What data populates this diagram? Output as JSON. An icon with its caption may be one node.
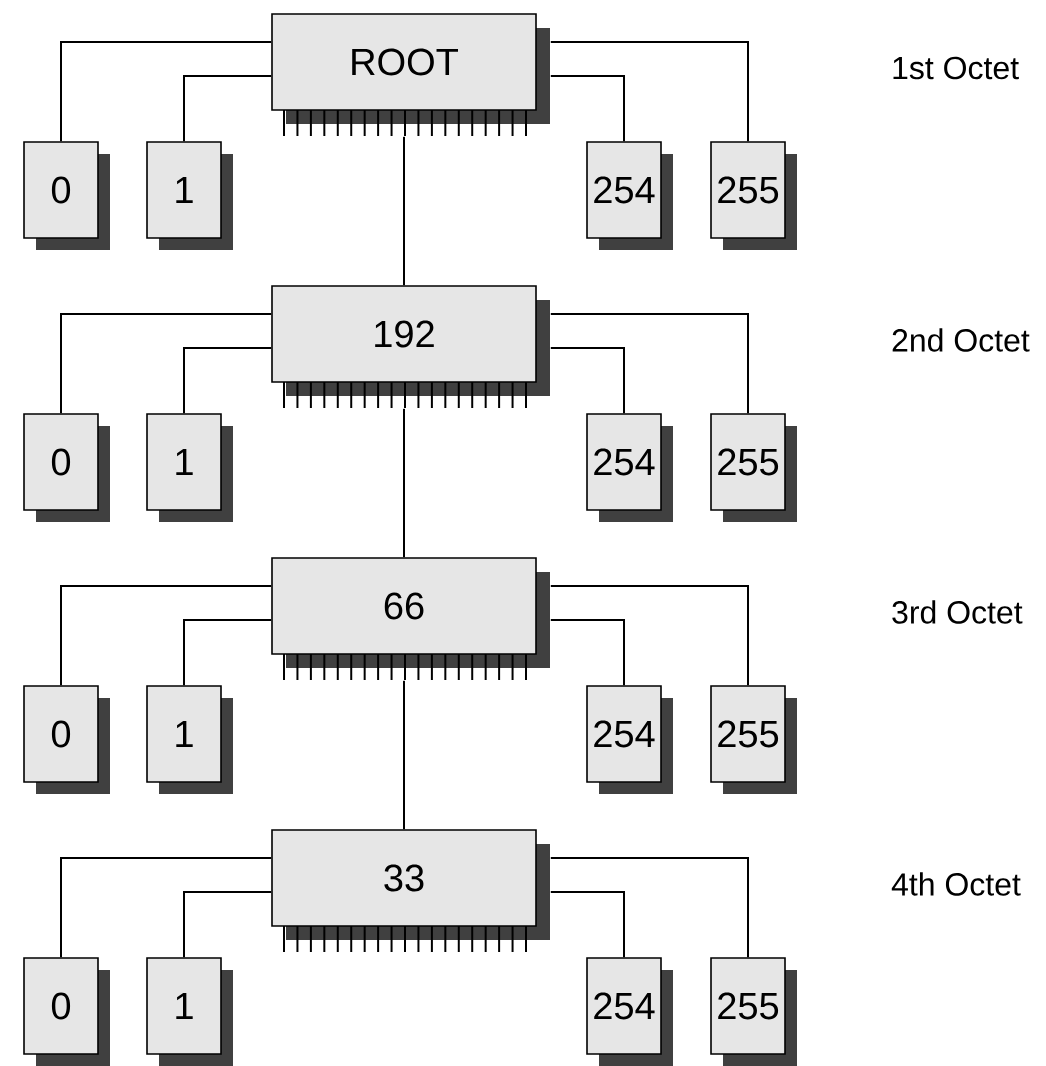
{
  "diagram": {
    "nodes": [
      {
        "text": [
          "ROOT"
        ]
      },
      {
        "text": [
          "0"
        ]
      },
      {
        "text": [
          "1"
        ]
      },
      {
        "text": [
          "254"
        ]
      },
      {
        "text": [
          "255"
        ]
      },
      {
        "text": [
          "192"
        ]
      },
      {
        "text": [
          "0"
        ]
      },
      {
        "text": [
          "1"
        ]
      },
      {
        "text": [
          "254"
        ]
      },
      {
        "text": [
          "255"
        ]
      },
      {
        "text": [
          "66"
        ]
      },
      {
        "text": [
          "0"
        ]
      },
      {
        "text": [
          "1"
        ]
      },
      {
        "text": [
          "254"
        ]
      },
      {
        "text": [
          "255"
        ]
      },
      {
        "text": [
          "33"
        ]
      },
      {
        "text": [
          "0"
        ]
      },
      {
        "text": [
          "1"
        ]
      },
      {
        "text": [
          "254"
        ]
      },
      {
        "text": [
          "255"
        ]
      }
    ],
    "edges": [
      {
        "from": 0,
        "to": 1,
        "arrow": "none"
      },
      {
        "from": 0,
        "to": 2,
        "arrow": "none"
      },
      {
        "from": 0,
        "to": 3,
        "arrow": "none"
      },
      {
        "from": 0,
        "to": 4,
        "arrow": "none"
      },
      {
        "from": 0,
        "to": 5,
        "arrow": "none"
      },
      {
        "from": 5,
        "to": 6,
        "arrow": "none"
      },
      {
        "from": 5,
        "to": 7,
        "arrow": "none"
      },
      {
        "from": 5,
        "to": 8,
        "arrow": "none"
      },
      {
        "from": 5,
        "to": 9,
        "arrow": "none"
      },
      {
        "from": 5,
        "to": 10,
        "arrow": "none"
      },
      {
        "from": 10,
        "to": 11,
        "arrow": "none"
      },
      {
        "from": 10,
        "to": 12,
        "arrow": "none"
      },
      {
        "from": 10,
        "to": 13,
        "arrow": "none"
      },
      {
        "from": 10,
        "to": 14,
        "arrow": "none"
      },
      {
        "from": 10,
        "to": 15,
        "arrow": "none"
      },
      {
        "from": 15,
        "to": 16,
        "arrow": "none"
      },
      {
        "from": 15,
        "to": 17,
        "arrow": "none"
      },
      {
        "from": 15,
        "to": 18,
        "arrow": "none"
      },
      {
        "from": 15,
        "to": 19,
        "arrow": "none"
      }
    ],
    "labels": [
      "1st Octet",
      "2nd Octet",
      "3rd Octet",
      "4th Octet"
    ]
  }
}
